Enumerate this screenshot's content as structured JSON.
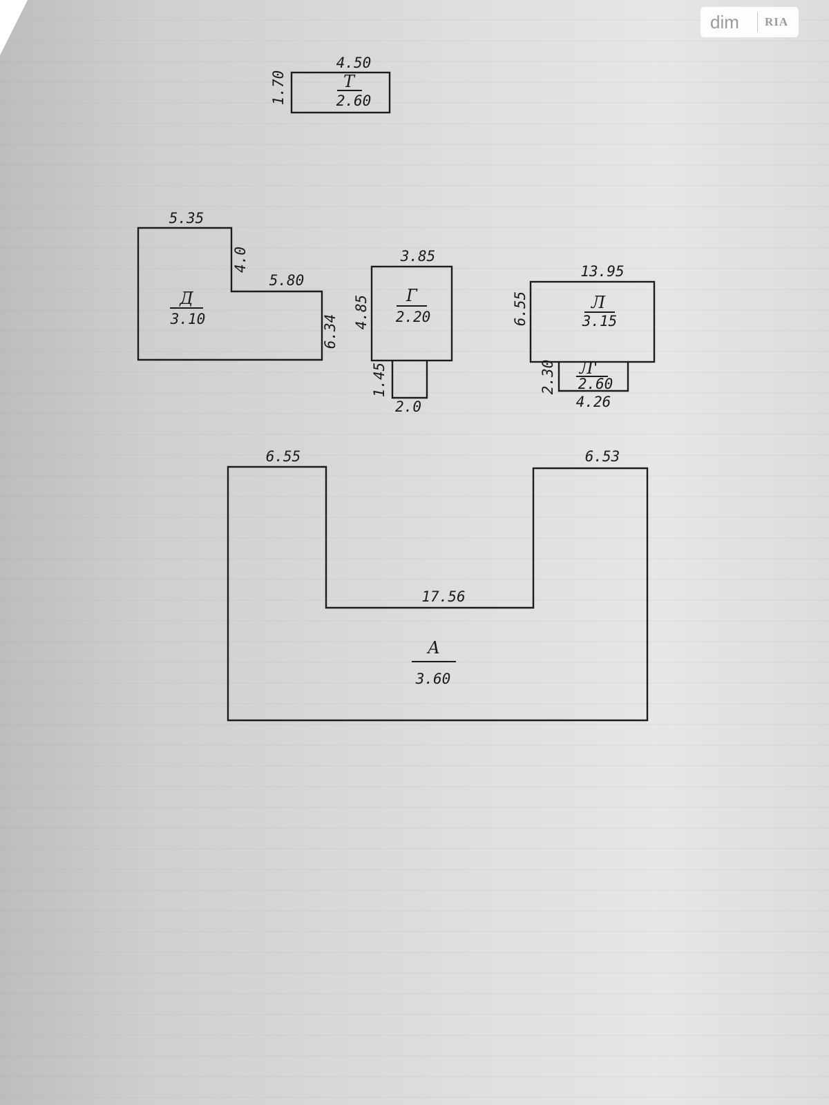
{
  "watermark": {
    "left": "dim",
    "right": "RIA"
  },
  "buildings": {
    "T": {
      "letter": "Т",
      "height": "2.60",
      "dims": {
        "top": "4.50",
        "left": "1.70"
      }
    },
    "D": {
      "letter": "Д",
      "height": "3.10",
      "dims": {
        "top": "5.35",
        "step_vertical": "4.0",
        "step_horizontal": "5.80",
        "right": "6.34"
      }
    },
    "G": {
      "letter": "Г",
      "height": "2.20",
      "dims": {
        "top": "3.85",
        "left": "4.85"
      },
      "annex": {
        "left": "1.45",
        "bottom": "2.0"
      }
    },
    "L": {
      "letter": "Л",
      "height": "3.15",
      "dims": {
        "top": "13.95",
        "left": "6.55"
      },
      "annex": {
        "letter": "Л'",
        "height": "2.60",
        "left": "2.30",
        "bottom": "4.26"
      }
    },
    "A": {
      "letter": "А",
      "height": "3.60",
      "dims": {
        "top_left": "6.55",
        "top_right": "6.53",
        "inner": "17.56"
      }
    }
  }
}
